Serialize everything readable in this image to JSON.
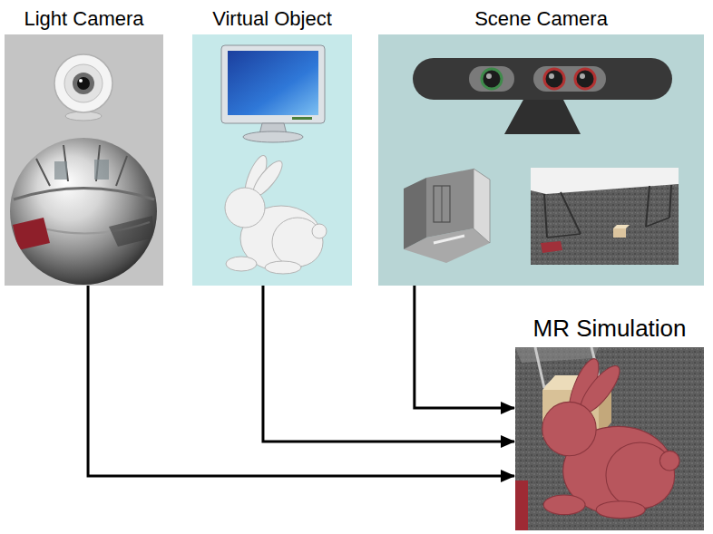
{
  "diagram": {
    "nodes": [
      {
        "text": [
          "Light Camera"
        ]
      },
      {
        "text": [
          "Virtual Object"
        ]
      },
      {
        "text": [
          "Scene Camera"
        ]
      },
      {
        "text": [
          "MR Simulation"
        ]
      }
    ],
    "edges": [
      {
        "from": 2,
        "to": 3,
        "arrow": "to"
      },
      {
        "from": 1,
        "to": 3,
        "arrow": "to"
      },
      {
        "from": 0,
        "to": 3,
        "arrow": "to"
      }
    ]
  }
}
